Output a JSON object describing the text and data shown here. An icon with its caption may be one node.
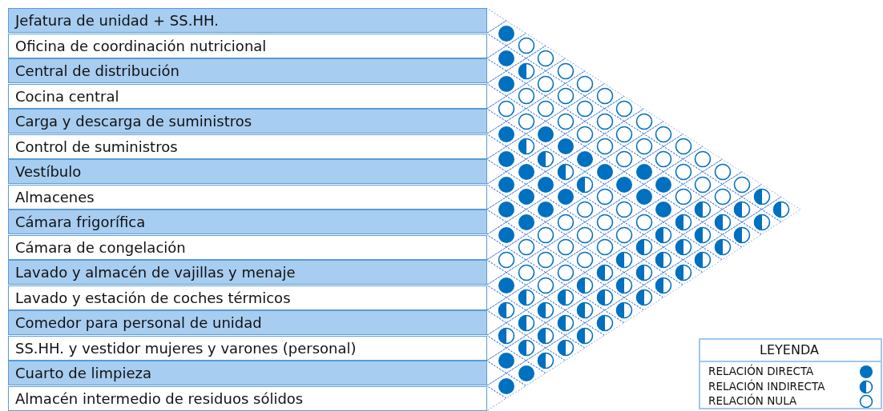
{
  "diagram": {
    "nodes": [
      {
        "text": [
          "Jefatura de unidad + SS.HH."
        ]
      },
      {
        "text": [
          "Oficina de coordinación nutricional"
        ]
      },
      {
        "text": [
          "Central de distribución"
        ]
      },
      {
        "text": [
          "Cocina central"
        ]
      },
      {
        "text": [
          "Carga y descarga de suministros"
        ]
      },
      {
        "text": [
          "Control de suministros"
        ]
      },
      {
        "text": [
          "Vestíbulo"
        ]
      },
      {
        "text": [
          "Almacenes"
        ]
      },
      {
        "text": [
          "Cámara frigorífica"
        ]
      },
      {
        "text": [
          "Cámara de congelación"
        ]
      },
      {
        "text": [
          "Lavado y almacén de vajillas y menaje"
        ]
      },
      {
        "text": [
          "Lavado y estación de coches térmicos"
        ]
      },
      {
        "text": [
          "Comedor para personal de unidad"
        ]
      },
      {
        "text": [
          "SS.HH. y vestidor mujeres y varones (personal)"
        ]
      },
      {
        "text": [
          "Cuarto de limpieza"
        ]
      },
      {
        "text": [
          "Almacén intermedio de residuos sólidos"
        ]
      },
      {
        "text": [],
        "shape": "disc"
      },
      {
        "text": [],
        "shape": "ring"
      },
      {
        "text": [],
        "shape": "disc"
      },
      {
        "text": [],
        "shape": "ring"
      },
      {
        "text": [],
        "shape": "half-disc"
      },
      {
        "text": [],
        "shape": "ring"
      },
      {
        "text": [],
        "shape": "disc"
      },
      {
        "text": [],
        "shape": "ring"
      },
      {
        "text": [],
        "shape": "ring"
      },
      {
        "text": [],
        "shape": "ring"
      },
      {
        "text": [],
        "shape": "ring"
      },
      {
        "text": [],
        "shape": "ring"
      },
      {
        "text": [],
        "shape": "ring"
      },
      {
        "text": [],
        "shape": "ring"
      },
      {
        "text": [],
        "shape": "ring"
      },
      {
        "text": [],
        "shape": "ring"
      },
      {
        "text": [],
        "shape": "ring"
      },
      {
        "text": [],
        "shape": "ring"
      },
      {
        "text": [],
        "shape": "ring"
      },
      {
        "text": [],
        "shape": "ring"
      },
      {
        "text": [],
        "shape": "disc"
      },
      {
        "text": [],
        "shape": "disc"
      },
      {
        "text": [],
        "shape": "ring"
      },
      {
        "text": [],
        "shape": "ring"
      },
      {
        "text": [],
        "shape": "ring"
      },
      {
        "text": [],
        "shape": "half-disc"
      },
      {
        "text": [],
        "shape": "disc"
      },
      {
        "text": [],
        "shape": "ring"
      },
      {
        "text": [],
        "shape": "ring"
      },
      {
        "text": [],
        "shape": "ring"
      },
      {
        "text": [],
        "shape": "disc"
      },
      {
        "text": [],
        "shape": "half-disc"
      },
      {
        "text": [],
        "shape": "disc"
      },
      {
        "text": [],
        "shape": "ring"
      },
      {
        "text": [],
        "shape": "ring"
      },
      {
        "text": [],
        "shape": "ring"
      },
      {
        "text": [],
        "shape": "disc"
      },
      {
        "text": [],
        "shape": "half-disc"
      },
      {
        "text": [],
        "shape": "disc"
      },
      {
        "text": [],
        "shape": "disc"
      },
      {
        "text": [],
        "shape": "ring"
      },
      {
        "text": [],
        "shape": "ring"
      },
      {
        "text": [],
        "shape": "disc"
      },
      {
        "text": [],
        "shape": "disc"
      },
      {
        "text": [],
        "shape": "half-disc"
      },
      {
        "text": [],
        "shape": "disc"
      },
      {
        "text": [],
        "shape": "disc"
      },
      {
        "text": [],
        "shape": "ring"
      },
      {
        "text": [],
        "shape": "ring"
      },
      {
        "text": [],
        "shape": "disc"
      },
      {
        "text": [],
        "shape": "disc"
      },
      {
        "text": [],
        "shape": "ring"
      },
      {
        "text": [],
        "shape": "disc"
      },
      {
        "text": [],
        "shape": "ring"
      },
      {
        "text": [],
        "shape": "ring"
      },
      {
        "text": [],
        "shape": "half-disc"
      },
      {
        "text": [],
        "shape": "disc"
      },
      {
        "text": [],
        "shape": "disc"
      },
      {
        "text": [],
        "shape": "ring"
      },
      {
        "text": [],
        "shape": "ring"
      },
      {
        "text": [],
        "shape": "disc"
      },
      {
        "text": [],
        "shape": "half-disc"
      },
      {
        "text": [],
        "shape": "half-disc"
      },
      {
        "text": [],
        "shape": "half-disc"
      },
      {
        "text": [],
        "shape": "disc"
      },
      {
        "text": [],
        "shape": "ring"
      },
      {
        "text": [],
        "shape": "ring"
      },
      {
        "text": [],
        "shape": "ring"
      },
      {
        "text": [],
        "shape": "half-disc"
      },
      {
        "text": [],
        "shape": "half-disc"
      },
      {
        "text": [],
        "shape": "half-disc"
      },
      {
        "text": [],
        "shape": "disc"
      },
      {
        "text": [],
        "shape": "ring"
      },
      {
        "text": [],
        "shape": "ring"
      },
      {
        "text": [],
        "shape": "ring"
      },
      {
        "text": [],
        "shape": "half-disc"
      },
      {
        "text": [],
        "shape": "half-disc"
      },
      {
        "text": [],
        "shape": "half-disc"
      },
      {
        "text": [],
        "shape": "ring"
      },
      {
        "text": [],
        "shape": "ring"
      },
      {
        "text": [],
        "shape": "ring"
      },
      {
        "text": [],
        "shape": "half-disc"
      },
      {
        "text": [],
        "shape": "half-disc"
      },
      {
        "text": [],
        "shape": "half-disc"
      },
      {
        "text": [],
        "shape": "ring"
      },
      {
        "text": [],
        "shape": "ring"
      },
      {
        "text": [],
        "shape": "ring"
      },
      {
        "text": [],
        "shape": "half-disc"
      },
      {
        "text": [],
        "shape": "half-disc"
      },
      {
        "text": [],
        "shape": "half-disc"
      },
      {
        "text": [],
        "shape": "ring"
      },
      {
        "text": [],
        "shape": "ring"
      },
      {
        "text": [],
        "shape": "half-disc"
      },
      {
        "text": [],
        "shape": "half-disc"
      },
      {
        "text": [],
        "shape": "half-disc"
      },
      {
        "text": [],
        "shape": "disc"
      },
      {
        "text": [],
        "shape": "ring"
      },
      {
        "text": [],
        "shape": "half-disc"
      },
      {
        "text": [],
        "shape": "half-disc"
      },
      {
        "text": [],
        "shape": "half-disc"
      },
      {
        "text": [],
        "shape": "half-disc"
      },
      {
        "text": [],
        "shape": "half-disc"
      },
      {
        "text": [],
        "shape": "half-disc"
      },
      {
        "text": [],
        "shape": "half-disc"
      },
      {
        "text": [],
        "shape": "half-disc"
      },
      {
        "text": [],
        "shape": "half-disc"
      },
      {
        "text": [],
        "shape": "half-disc"
      },
      {
        "text": [],
        "shape": "half-disc"
      },
      {
        "text": [],
        "shape": "half-disc"
      },
      {
        "text": [],
        "shape": "half-disc"
      },
      {
        "text": [],
        "shape": "half-disc"
      },
      {
        "text": [],
        "shape": "half-disc"
      },
      {
        "text": [],
        "shape": "half-disc"
      },
      {
        "text": [],
        "shape": "half-disc"
      },
      {
        "text": [],
        "shape": "half-disc"
      },
      {
        "text": [],
        "shape": "half-disc"
      },
      {
        "text": [],
        "shape": "disc"
      },
      {
        "text": [],
        "shape": "half-disc"
      },
      {
        "text": [],
        "shape": "disc"
      },
      {
        "text": [],
        "shape": "disc"
      }
    ],
    "labels": [
      "LEYENDA"
    ],
    "legend": [
      {
        "text": "RELACIÓN DIRECTA"
      },
      {
        "text": "RELACIÓN INDIRECTA"
      },
      {
        "text": "RELACIÓN NULA"
      }
    ]
  }
}
